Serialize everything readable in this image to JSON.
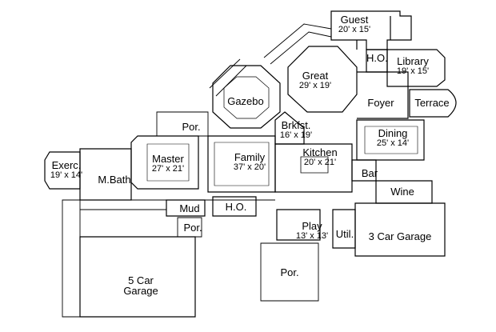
{
  "rooms": {
    "guest": {
      "name": "Guest",
      "dims": "20' x 15'"
    },
    "ho_top": {
      "name": "H.O.",
      "dims": ""
    },
    "library": {
      "name": "Library",
      "dims": "19' x 15'"
    },
    "great": {
      "name": "Great",
      "dims": "29' x 19'"
    },
    "gazebo": {
      "name": "Gazebo",
      "dims": ""
    },
    "foyer": {
      "name": "Foyer",
      "dims": ""
    },
    "terrace": {
      "name": "Terrace",
      "dims": ""
    },
    "brkfst": {
      "name": "Brkfst.",
      "dims": "16' x 19'"
    },
    "por_top": {
      "name": "Por.",
      "dims": ""
    },
    "dining": {
      "name": "Dining",
      "dims": "25' x 14'"
    },
    "master": {
      "name": "Master",
      "dims": "27' x 21'"
    },
    "family": {
      "name": "Family",
      "dims": "37' x 20'"
    },
    "kitchen": {
      "name": "Kitchen",
      "dims": "20' x 21'"
    },
    "exerc": {
      "name": "Exerc.",
      "dims": "19' x 14'"
    },
    "mbath": {
      "name": "M.Bath",
      "dims": ""
    },
    "bar": {
      "name": "Bar",
      "dims": ""
    },
    "wine": {
      "name": "Wine",
      "dims": ""
    },
    "mud": {
      "name": "Mud",
      "dims": ""
    },
    "ho_mid": {
      "name": "H.O.",
      "dims": ""
    },
    "por_mid": {
      "name": "Por.",
      "dims": ""
    },
    "play": {
      "name": "Play",
      "dims": "13' x 13'"
    },
    "util": {
      "name": "Util.",
      "dims": ""
    },
    "garage3": {
      "name": "3 Car Garage",
      "dims": ""
    },
    "garage5": {
      "name": "5 Car",
      "dims": "Garage"
    },
    "por_bot": {
      "name": "Por.",
      "dims": ""
    }
  }
}
